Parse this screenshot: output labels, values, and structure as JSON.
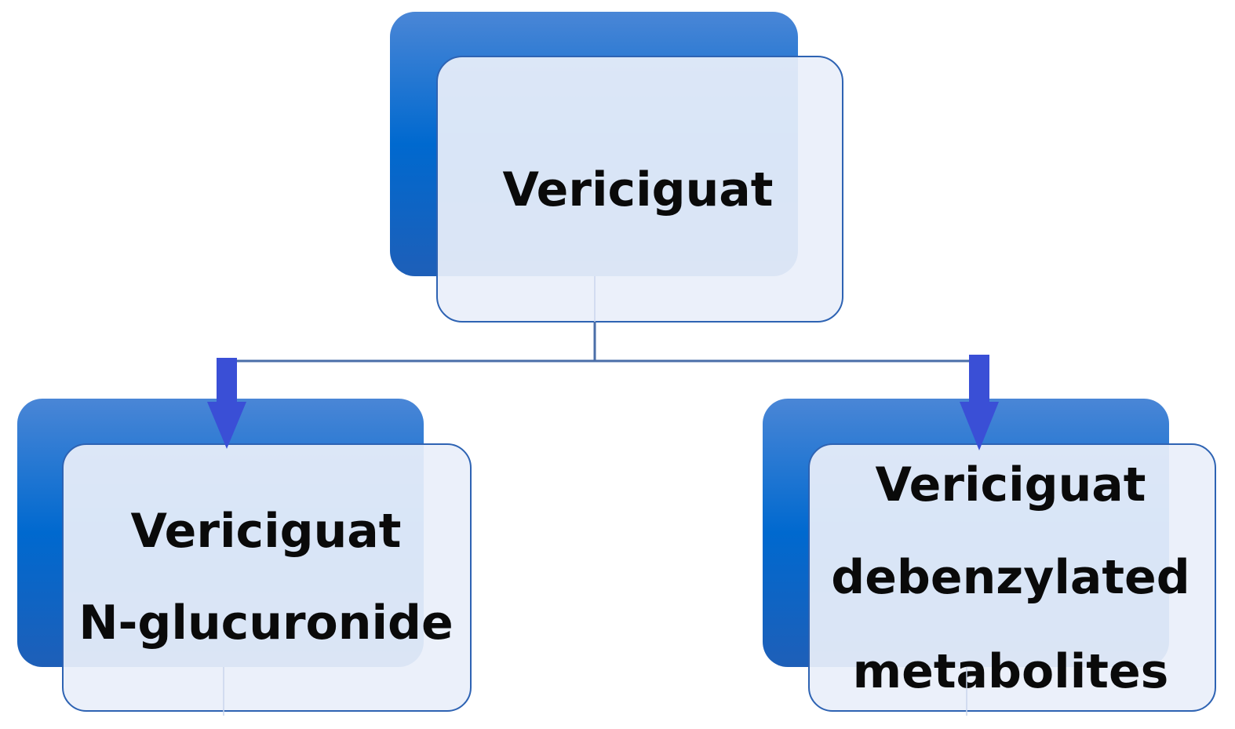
{
  "diagram": {
    "root": {
      "lines": [
        "Vericiguat"
      ]
    },
    "children": [
      {
        "lines": [
          "Vericiguat",
          "N-glucuronide"
        ]
      },
      {
        "lines": [
          "Vericiguat",
          "debenzylated",
          "metabolites"
        ]
      }
    ]
  },
  "colors": {
    "back_box_top": "#4a86d6",
    "back_box_mid": "#0069cf",
    "back_box_bottom": "#1e5fb8",
    "front_box_fill": "#e9effa",
    "front_box_border": "#2e63b3",
    "connector": "#4a6ea8",
    "arrow": "#3a4fd6"
  }
}
